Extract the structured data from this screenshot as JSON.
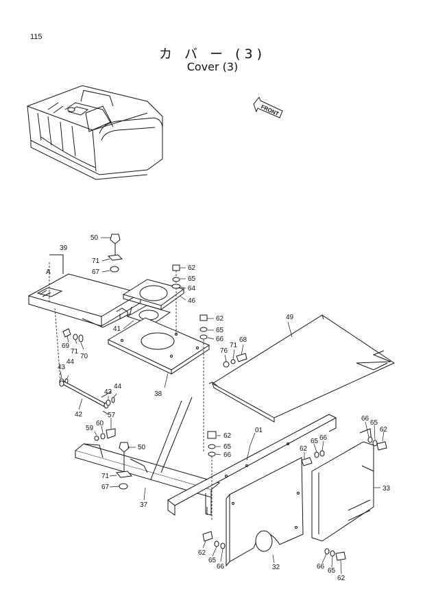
{
  "page_number": "115",
  "title_jp": "カ バ ー (3)",
  "title_en": "Cover  (3)",
  "front_label": "FRONT",
  "detail_label": "A",
  "callouts": [
    "50",
    "71",
    "67",
    "39",
    "62",
    "65",
    "64",
    "46",
    "41",
    "62",
    "65",
    "66",
    "49",
    "69",
    "71",
    "70",
    "43",
    "44",
    "76",
    "71",
    "68",
    "38",
    "43",
    "44",
    "42",
    "57",
    "59",
    "60",
    "50",
    "01",
    "62",
    "65",
    "66",
    "71",
    "67",
    "37",
    "66",
    "65",
    "62",
    "62",
    "65",
    "66",
    "33",
    "62",
    "65",
    "66",
    "32",
    "66",
    "65",
    "62"
  ]
}
